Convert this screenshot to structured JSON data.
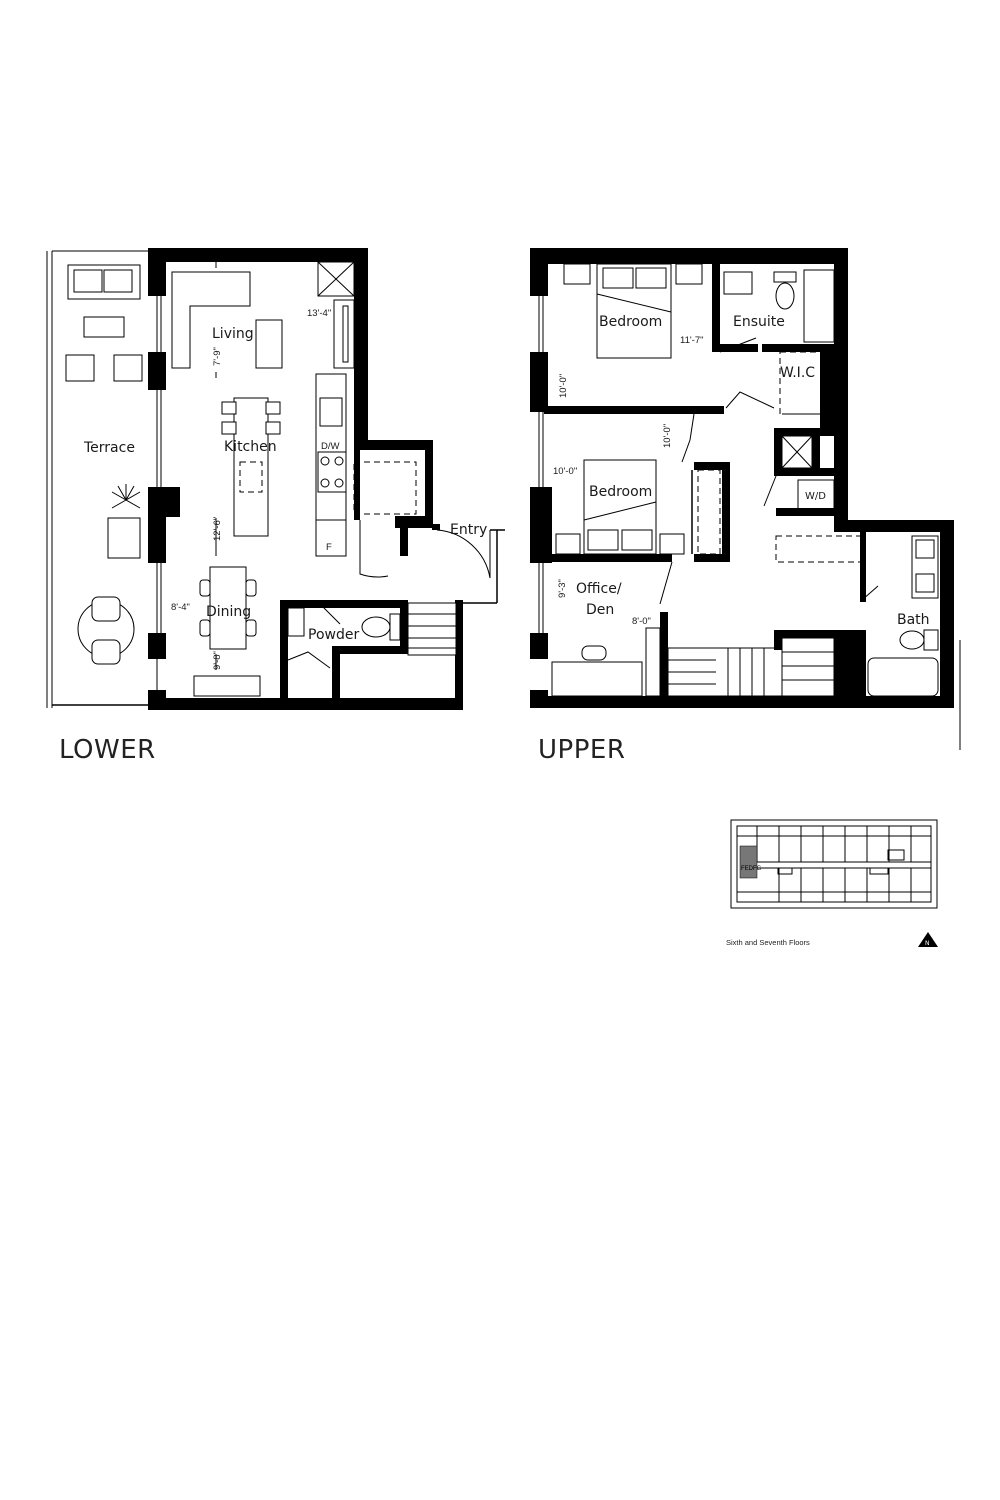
{
  "floors": {
    "lower": {
      "title": "LOWER",
      "rooms": {
        "terrace": "Terrace",
        "living": "Living",
        "kitchen": "Kitchen",
        "dining": "Dining",
        "powder": "Powder",
        "entry": "Entry"
      },
      "labels": {
        "dishwasher": "D/W",
        "fridge": "F"
      },
      "dimensions": {
        "living_width": "13'-4\"",
        "living_depth": "7'-9\"",
        "kitchen_depth": "12'-6\"",
        "dining_width": "8'-4\"",
        "dining_depth": "9'-8\""
      }
    },
    "upper": {
      "title": "UPPER",
      "rooms": {
        "bedroom1": "Bedroom",
        "ensuite": "Ensuite",
        "wic": "W.I.C",
        "bedroom2": "Bedroom",
        "washer_dryer": "W/D",
        "office_line1": "Office/",
        "office_line2": "Den",
        "bath": "Bath"
      },
      "dimensions": {
        "bedroom1_width": "11'-7\"",
        "bedroom1_depth": "10'-0\"",
        "bedroom2_width": "10'-0\"",
        "bedroom2_depth": "10'-0\"",
        "office_depth": "9'-3\"",
        "office_width": "8'-0\""
      }
    }
  },
  "key_plan": {
    "caption": "Sixth and Seventh Floors",
    "unit_label": "FEDFG",
    "north_label": "N"
  }
}
